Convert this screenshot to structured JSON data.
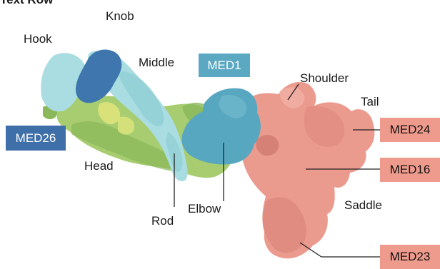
{
  "title_fragment": "Text Row",
  "colors": {
    "light_blue": "#a9dde2",
    "light_blue_dark": "#8fcdd3",
    "dark_blue": "#3f76ad",
    "teal": "#56a7bf",
    "salmon": "#eb9a8e",
    "salmon_dark": "#d98276",
    "green": "#a7cd70",
    "green_dark": "#8ab85a",
    "yellow": "#d9e27a",
    "med26_box": "#3f6fa8",
    "med1_box": "#5aa8c2",
    "salmon_box": "#ee9a8c"
  },
  "labels": {
    "knob": "Knob",
    "hook": "Hook",
    "middle": "Middle",
    "head": "Head",
    "rod": "Rod",
    "elbow": "Elbow",
    "shoulder": "Shoulder",
    "tail": "Tail",
    "saddle": "Saddle"
  },
  "tags": {
    "med26": "MED26",
    "med1": "MED1",
    "med24": "MED24",
    "med16": "MED16",
    "med23": "MED23"
  }
}
